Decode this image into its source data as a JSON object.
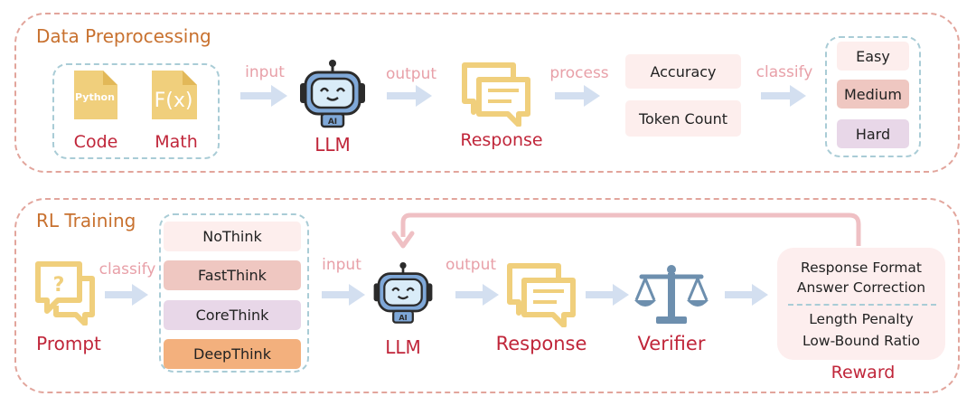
{
  "preprocessing": {
    "title": "Data Preprocessing",
    "code_icon_text": "Python",
    "code_label": "Code",
    "math_icon_text": "F(x)",
    "math_label": "Math",
    "input_label": "input",
    "llm_label": "LLM",
    "robot_badge": "AI",
    "output_label": "output",
    "response_label": "Response",
    "process_label": "process",
    "metrics": [
      "Accuracy",
      "Token Count"
    ],
    "classify_label": "classify",
    "levels": [
      "Easy",
      "Medium",
      "Hard"
    ]
  },
  "training": {
    "title": "RL Training",
    "prompt_icon_text": "?",
    "prompt_label": "Prompt",
    "classify_label": "classify",
    "modes": [
      "NoThink",
      "FastThink",
      "CoreThink",
      "DeepThink"
    ],
    "input_label": "input",
    "llm_label": "LLM",
    "robot_badge": "AI",
    "output_label": "output",
    "response_label": "Response",
    "verifier_label": "Verifier",
    "reward_items": [
      "Response Format",
      "Answer Correction",
      "Length Penalty",
      "Low-Bound Ratio"
    ],
    "reward_label": "Reward"
  },
  "colors": {
    "panel_border": "#e2a59c",
    "title_orange": "#c8712f",
    "label_red": "#c0263a",
    "arrow_label": "#e8a0a8",
    "arrow_fill": "#d3dff0",
    "icon_gold": "#f0cf7c",
    "easy": "#fdeeed",
    "medium": "#efc7c1",
    "hard": "#e8d7e8",
    "nothink": "#fdeeed",
    "fastthink": "#efc7c1",
    "corethink": "#e8d7e8",
    "deepthink": "#f3b07d",
    "verifier": "#6d8fae",
    "robot_body": "#7fa8d8"
  }
}
